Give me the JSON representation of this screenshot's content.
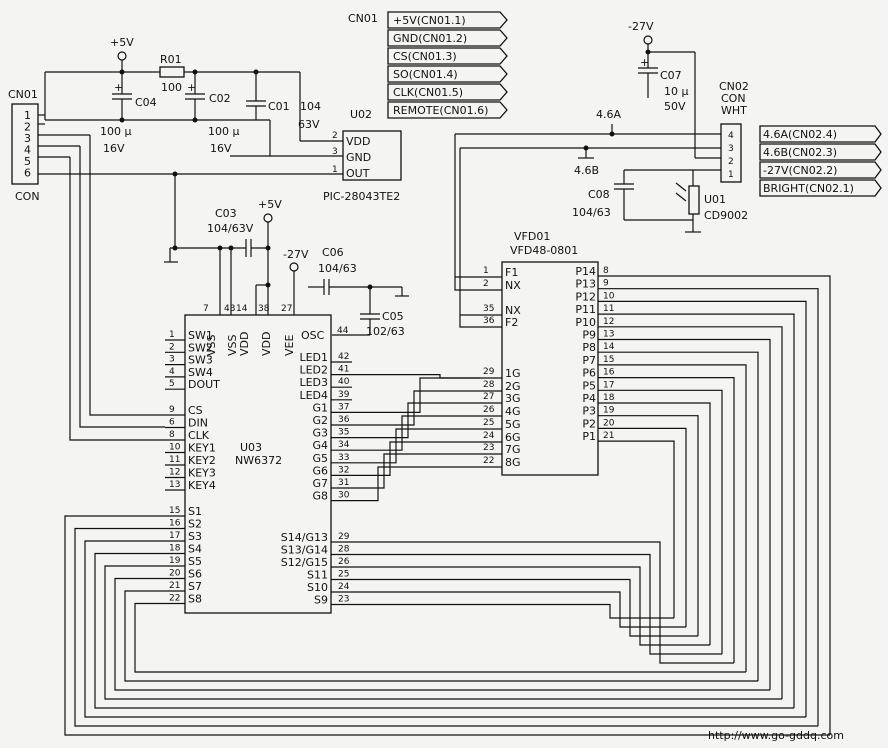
{
  "cn01_left": {
    "title": "CN01",
    "sub": "CON",
    "pins": [
      "1",
      "2",
      "3",
      "4",
      "5",
      "6"
    ]
  },
  "cn01_top": {
    "title": "CN01",
    "tags": [
      "+5V(CN01.1)",
      "GND(CN01.2)",
      "CS(CN01.3)",
      "SO(CN01.4)",
      "CLK(CN01.5)",
      "REMOTE(CN01.6)"
    ]
  },
  "power": {
    "p5v_a": "+5V",
    "p5v_b": "+5V",
    "n27v_a": "-27V",
    "n27v_b": "-27V"
  },
  "r01": {
    "ref": "R01",
    "val": "100"
  },
  "c04": {
    "ref": "C04",
    "val1": "100 µ",
    "val2": "16V"
  },
  "c02": {
    "ref": "C02",
    "val1": "100 µ",
    "val2": "16V"
  },
  "c01": {
    "ref": "C01",
    "val1": "104",
    "val2": "63V"
  },
  "u02": {
    "ref": "U02",
    "part": "PIC-28043TE2",
    "pins": [
      "VDD",
      "GND",
      "OUT"
    ],
    "nums": [
      "2",
      "3",
      "1"
    ]
  },
  "c07": {
    "ref": "C07",
    "val1": "10 µ",
    "val2": "50V"
  },
  "cn02": {
    "title": "CN02",
    "sub1": "CON",
    "sub2": "WHT",
    "pins": [
      "4",
      "3",
      "2",
      "1"
    ],
    "tags": [
      "4.6A(CN02.4)",
      "4.6B(CN02.3)",
      "-27V(CN02.2)",
      "BRIGHT(CN02.1)"
    ]
  },
  "nets": {
    "a": "4.6A",
    "b": "4.6B"
  },
  "c08": {
    "ref": "C08",
    "val": "104/63"
  },
  "u01": {
    "ref": "U01",
    "part": "CD9002"
  },
  "c03": {
    "ref": "C03",
    "val": "104/63V"
  },
  "c06": {
    "ref": "C06",
    "val": "104/63"
  },
  "c05": {
    "ref": "C05",
    "val": "102/63"
  },
  "vfd": {
    "ref": "VFD01",
    "part": "VFD48-0801",
    "left_pins": [
      "F1",
      "NX",
      "NX",
      "F2",
      "1G",
      "2G",
      "3G",
      "4G",
      "5G",
      "6G",
      "7G",
      "8G"
    ],
    "left_nums": [
      "1",
      "2",
      "35",
      "36",
      "29",
      "28",
      "27",
      "26",
      "25",
      "24",
      "23",
      "22"
    ],
    "right_pins": [
      "P14",
      "P13",
      "P12",
      "P11",
      "P10",
      "P9",
      "P8",
      "P7",
      "P6",
      "P5",
      "P4",
      "P3",
      "P2",
      "P1"
    ],
    "right_nums": [
      "8",
      "9",
      "10",
      "11",
      "12",
      "13",
      "14",
      "15",
      "16",
      "17",
      "18",
      "19",
      "20",
      "21"
    ]
  },
  "u03": {
    "ref": "U03",
    "part": "NW6372",
    "top_pins": [
      "VSS",
      "VSS",
      "VDD",
      "VDD",
      "VEE"
    ],
    "top_nums": [
      "7",
      "43",
      "14",
      "38",
      "27"
    ],
    "osc": "OSC",
    "osc_num": "44",
    "left_pins": [
      "SW1",
      "SW2",
      "SW3",
      "SW4",
      "DOUT",
      "CS",
      "DIN",
      "CLK",
      "KEY1",
      "KEY2",
      "KEY3",
      "KEY4",
      "S1",
      "S2",
      "S3",
      "S4",
      "S5",
      "S6",
      "S7",
      "S8"
    ],
    "left_nums": [
      "1",
      "2",
      "3",
      "4",
      "5",
      "9",
      "6",
      "8",
      "10",
      "11",
      "12",
      "13",
      "15",
      "16",
      "17",
      "18",
      "19",
      "20",
      "21",
      "22"
    ],
    "right_pins": [
      "LED1",
      "LED2",
      "LED3",
      "LED4",
      "G1",
      "G2",
      "G3",
      "G4",
      "G5",
      "G6",
      "G7",
      "G8",
      "S14/G13",
      "S13/G14",
      "S12/G15",
      "S11",
      "S10",
      "S9"
    ],
    "right_nums": [
      "42",
      "41",
      "40",
      "39",
      "37",
      "36",
      "35",
      "34",
      "33",
      "32",
      "31",
      "30",
      "29",
      "28",
      "26",
      "25",
      "24",
      "23"
    ]
  },
  "watermark": "http://www.go-gddq.com"
}
